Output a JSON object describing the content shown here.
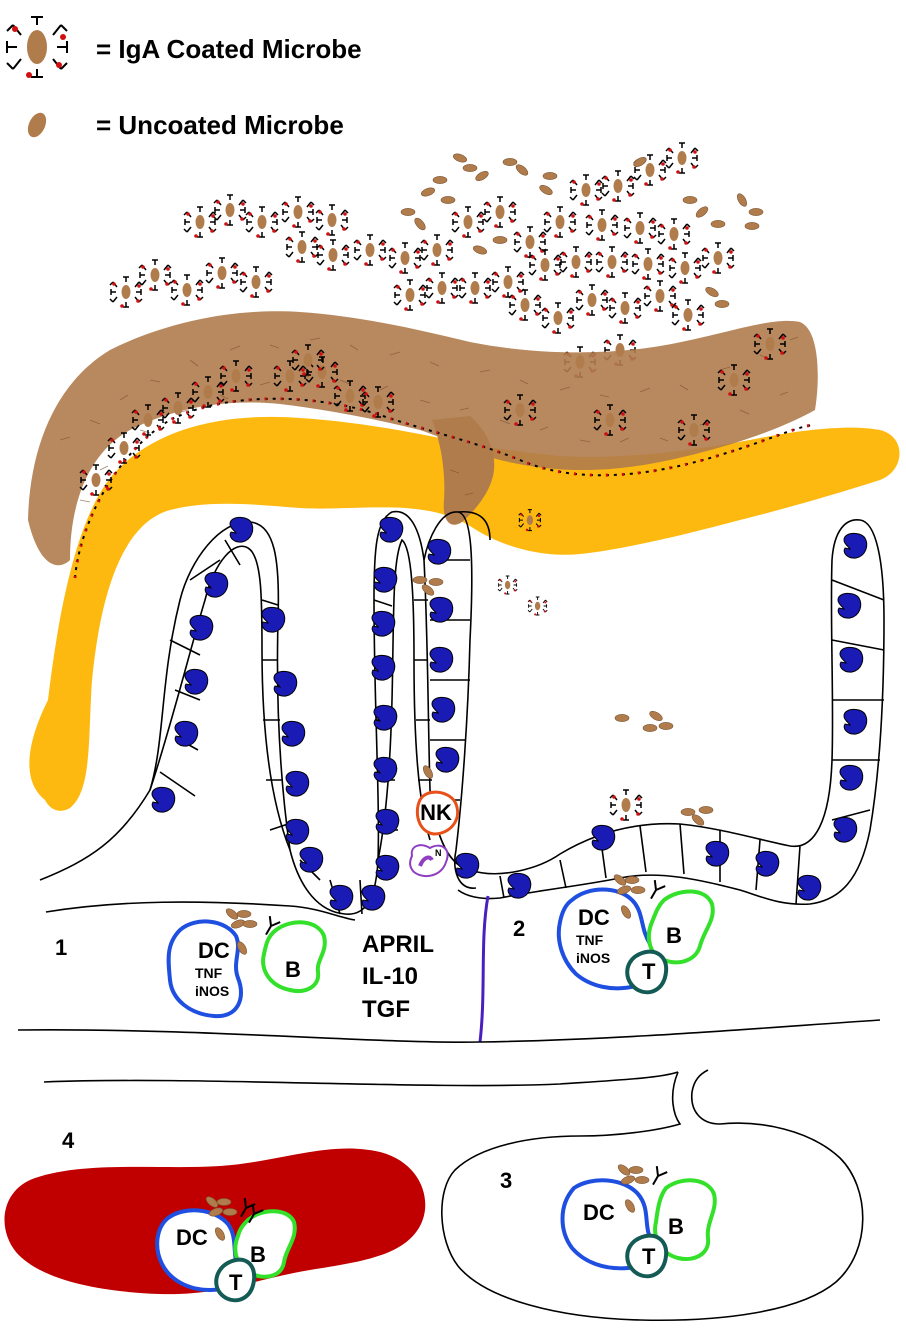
{
  "legend": {
    "coated_label": "= IgA Coated Microbe",
    "uncoated_label": "= Uncoated Microbe"
  },
  "regions": {
    "r1": "1",
    "r2": "2",
    "r3": "3",
    "r4": "4"
  },
  "cytokines": [
    "APRIL",
    "IL-10",
    "TGF"
  ],
  "cells": {
    "dc": "DC",
    "b": "B",
    "t": "T",
    "nk": "NK",
    "n": "N",
    "tnf": "TNF",
    "inos": "iNOS"
  },
  "colors": {
    "mucus": "#FDB90F",
    "microbe": "#B07C4C",
    "nucleus": "#1A1AB4",
    "dc": "#1F4FE0",
    "b_cell": "#33E02A",
    "t_cell": "#145A55",
    "nk": "#E8501A",
    "neutrophil": "#8E3EC2",
    "blood": "#C00000",
    "lamina_line": "#4A1FC0"
  }
}
